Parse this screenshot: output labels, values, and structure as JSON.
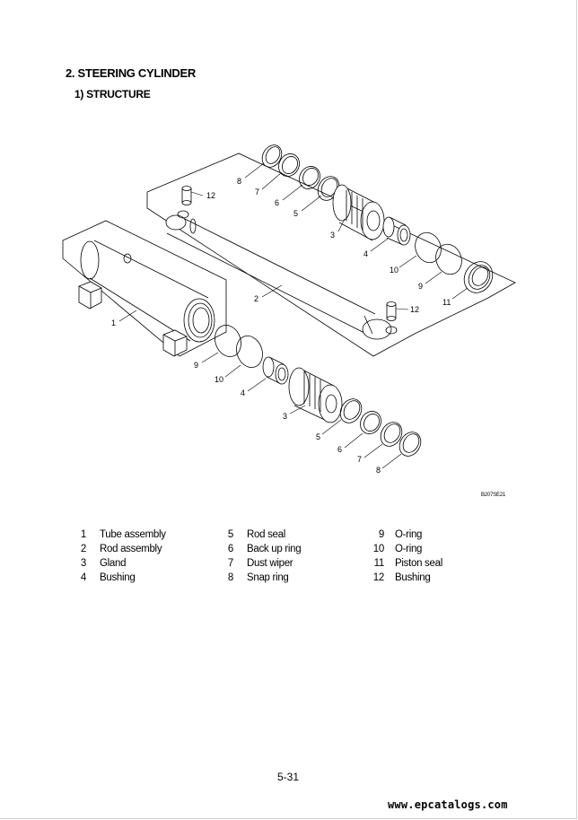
{
  "document": {
    "section_title": "2. STEERING CYLINDER",
    "subsection_title": "1) STRUCTURE",
    "figure_code": "B207SE21",
    "page_number": "5-31",
    "watermark": "www.epcatalogs.com"
  },
  "callouts": {
    "n1": "1",
    "n2": "2",
    "n3": "3",
    "n4": "4",
    "n5": "5",
    "n6": "6",
    "n7": "7",
    "n8": "8",
    "n9": "9",
    "n10": "10",
    "n11": "11",
    "n12": "12"
  },
  "legend": {
    "col1": [
      {
        "no": "1",
        "name": "Tube assembly"
      },
      {
        "no": "2",
        "name": "Rod assembly"
      },
      {
        "no": "3",
        "name": "Gland"
      },
      {
        "no": "4",
        "name": "Bushing"
      }
    ],
    "col2": [
      {
        "no": "5",
        "name": "Rod seal"
      },
      {
        "no": "6",
        "name": "Back up ring"
      },
      {
        "no": "7",
        "name": "Dust wiper"
      },
      {
        "no": "8",
        "name": "Snap ring"
      }
    ],
    "col3": [
      {
        "no": "9",
        "name": "O-ring"
      },
      {
        "no": "10",
        "name": "O-ring"
      },
      {
        "no": "11",
        "name": "Piston seal"
      },
      {
        "no": "12",
        "name": "Bushing"
      }
    ]
  }
}
